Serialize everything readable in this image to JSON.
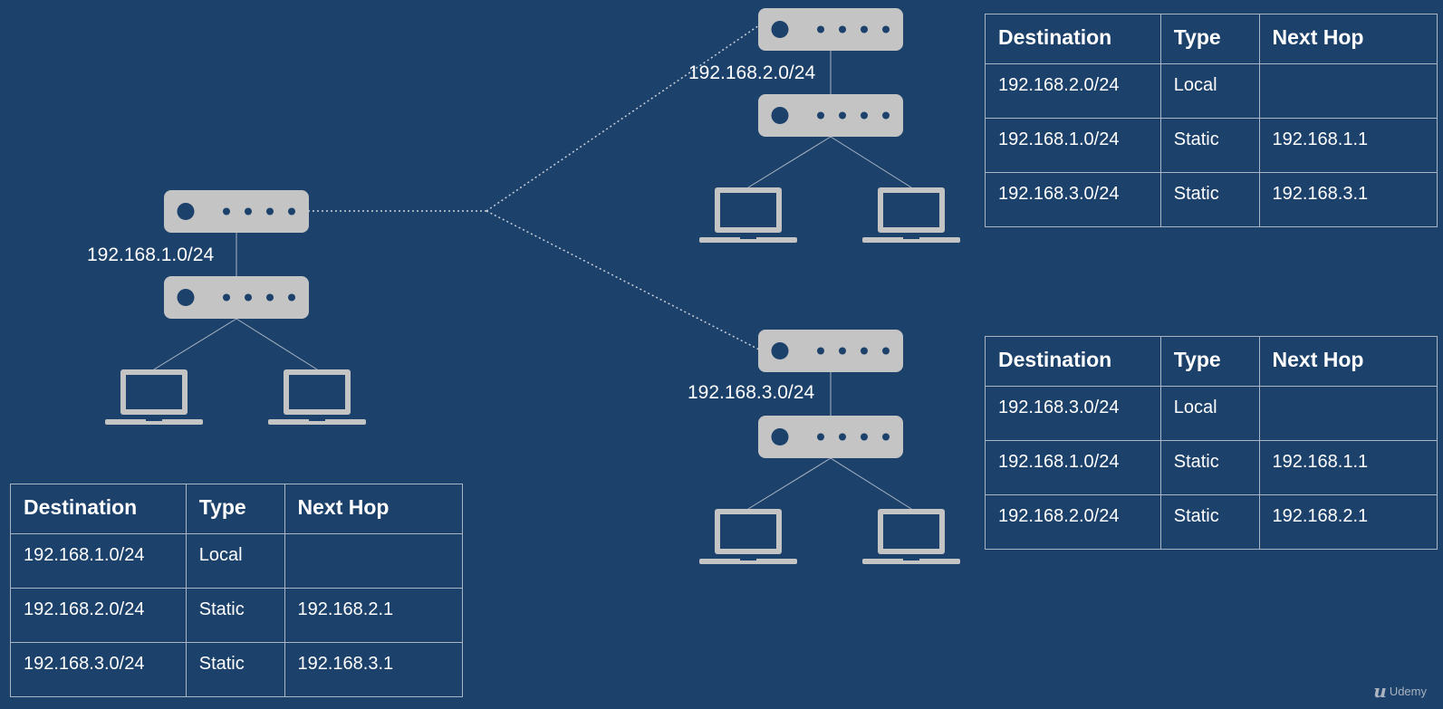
{
  "networks": [
    {
      "id": "a",
      "label": "192.168.1.0/24"
    },
    {
      "id": "b",
      "label": "192.168.2.0/24"
    },
    {
      "id": "c",
      "label": "192.168.3.0/24"
    }
  ],
  "tables": {
    "headers": [
      "Destination",
      "Type",
      "Next Hop"
    ],
    "a": [
      [
        "192.168.1.0/24",
        "Local",
        ""
      ],
      [
        "192.168.2.0/24",
        "Static",
        "192.168.2.1"
      ],
      [
        "192.168.3.0/24",
        "Static",
        "192.168.3.1"
      ]
    ],
    "b": [
      [
        "192.168.2.0/24",
        "Local",
        ""
      ],
      [
        "192.168.1.0/24",
        "Static",
        "192.168.1.1"
      ],
      [
        "192.168.3.0/24",
        "Static",
        "192.168.3.1"
      ]
    ],
    "c": [
      [
        "192.168.3.0/24",
        "Local",
        ""
      ],
      [
        "192.168.1.0/24",
        "Static",
        "192.168.1.1"
      ],
      [
        "192.168.2.0/24",
        "Static",
        "192.168.2.1"
      ]
    ]
  },
  "icons": {
    "router": "router-icon",
    "switch": "switch-icon",
    "laptop": "laptop-icon"
  },
  "colors": {
    "background": "#1c416b",
    "device": "#c4c4c4",
    "port": "#1c416b",
    "line": "#aab4c2"
  },
  "brand": {
    "logo_text": "Udemy"
  }
}
